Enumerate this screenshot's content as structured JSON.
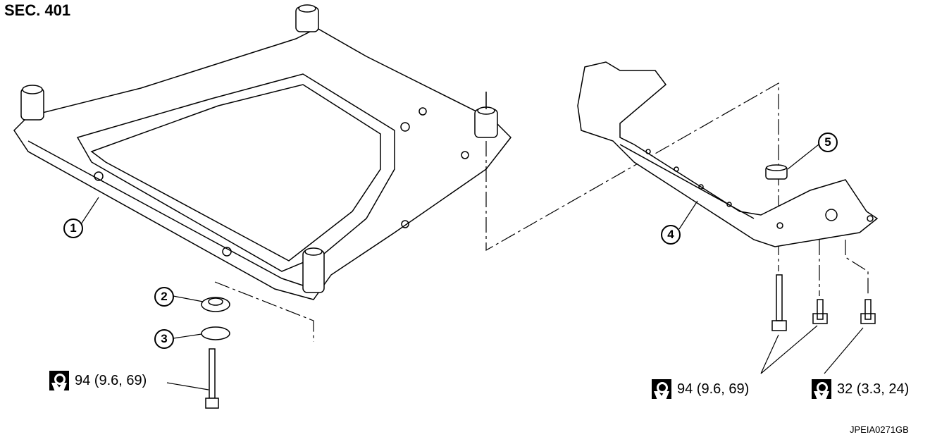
{
  "section_title": "SEC. 401",
  "image_code": "JPEIA0271GB",
  "callouts": [
    "1",
    "2",
    "3",
    "4",
    "5"
  ],
  "torques": [
    {
      "icon": "torque-wrench-icon",
      "value": "94 (9.6, 69)"
    },
    {
      "icon": "torque-wrench-icon",
      "value": "94 (9.6, 69)"
    },
    {
      "icon": "torque-wrench-icon",
      "value": "32 (3.3, 24)"
    }
  ]
}
